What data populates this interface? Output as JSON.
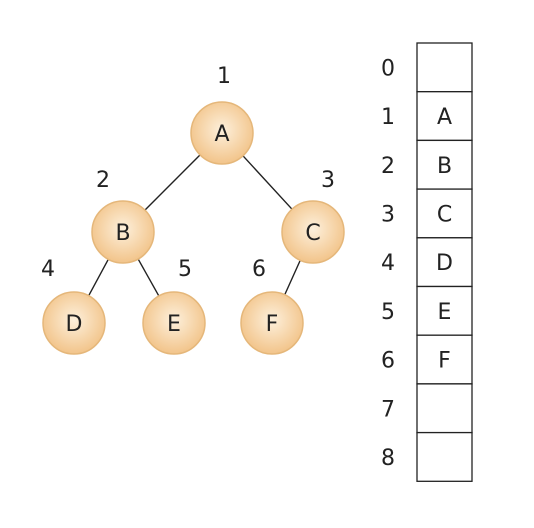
{
  "colors": {
    "node_fill_center": "#fdf0dc",
    "node_fill_edge": "#f2c48a",
    "node_stroke": "#e5b77a",
    "edge": "#222222",
    "text": "#222222"
  },
  "tree": {
    "nodes": [
      {
        "id": "A",
        "label": "A",
        "index_label": "1"
      },
      {
        "id": "B",
        "label": "B",
        "index_label": "2"
      },
      {
        "id": "C",
        "label": "C",
        "index_label": "3"
      },
      {
        "id": "D",
        "label": "D",
        "index_label": "4"
      },
      {
        "id": "E",
        "label": "E",
        "index_label": "5"
      },
      {
        "id": "F",
        "label": "F",
        "index_label": "6"
      }
    ],
    "edges": [
      [
        "A",
        "B"
      ],
      [
        "A",
        "C"
      ],
      [
        "B",
        "D"
      ],
      [
        "B",
        "E"
      ],
      [
        "C",
        "F"
      ]
    ]
  },
  "array": {
    "indices": [
      "0",
      "1",
      "2",
      "3",
      "4",
      "5",
      "6",
      "7",
      "8"
    ],
    "cells": [
      "",
      "A",
      "B",
      "C",
      "D",
      "E",
      "F",
      "",
      ""
    ]
  }
}
